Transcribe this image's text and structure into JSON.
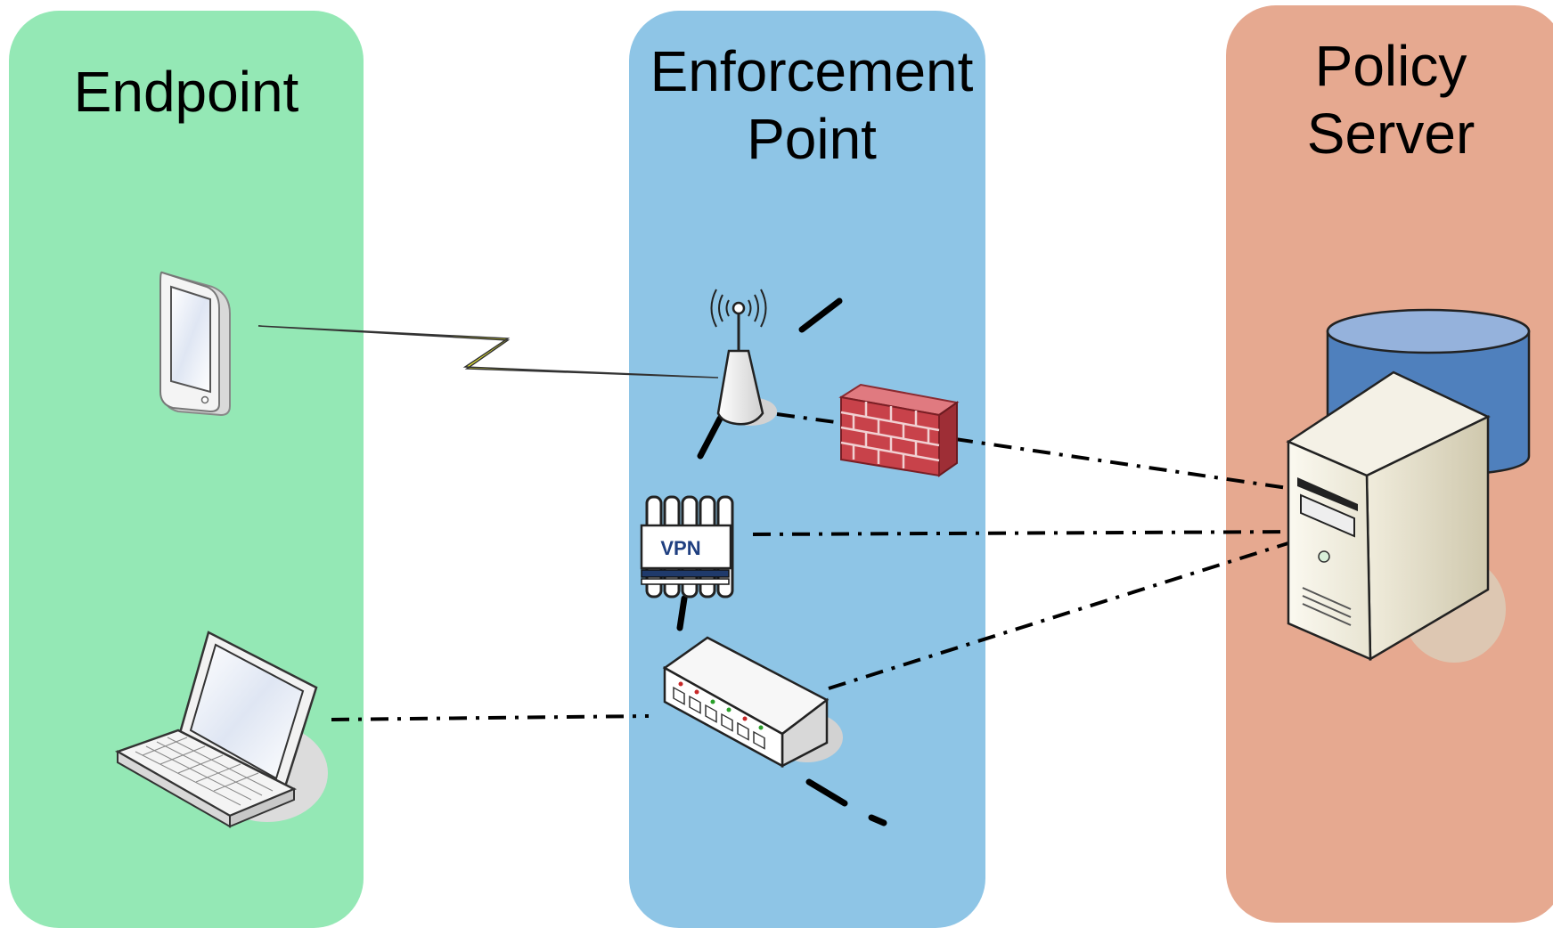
{
  "colors": {
    "endpoint_bg": "#94e8b5",
    "enforcement_bg": "#8ec5e6",
    "policy_bg": "#e6a990",
    "connection_line": "#000000",
    "wireless_bolt": "#ffff33",
    "firewall_brick": "#c8424a",
    "database_blue": "#4f80bd"
  },
  "columns": {
    "endpoint": {
      "title_line1": "Endpoint"
    },
    "enforcement": {
      "title_line1": "Enforcement",
      "title_line2": "Point"
    },
    "policy": {
      "title_line1": "Policy",
      "title_line2": "Server"
    }
  },
  "devices": {
    "tablet": {
      "icon": "tablet-icon"
    },
    "laptop": {
      "icon": "laptop-icon"
    },
    "access_point": {
      "icon": "wireless-access-point-icon"
    },
    "firewall": {
      "icon": "firewall-icon"
    },
    "vpn": {
      "icon": "vpn-concentrator-icon",
      "label": "VPN"
    },
    "switch": {
      "icon": "network-switch-icon"
    },
    "server": {
      "icon": "server-tower-icon"
    },
    "database": {
      "icon": "database-cylinder-icon"
    }
  }
}
